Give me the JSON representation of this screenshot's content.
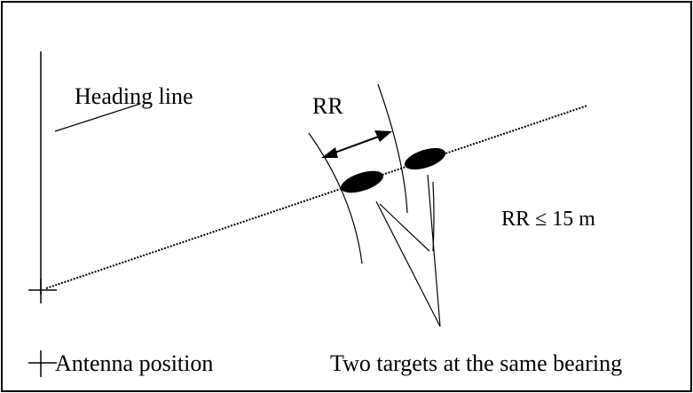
{
  "labels": {
    "heading_line": "Heading line",
    "range_resolution": "RR",
    "condition": "RR ≤ 15 m",
    "antenna_legend": "Antenna position",
    "targets_note": "Two targets at the same bearing"
  }
}
